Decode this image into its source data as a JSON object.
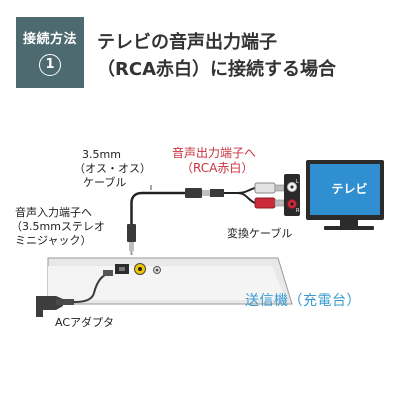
{
  "header": {
    "badge_label": "接続方法",
    "badge_number": "1",
    "title_line1": "テレビの音声出力端子",
    "title_line2": "（RCA赤白）に接続する場合"
  },
  "labels": {
    "cable_35_line1": "3.5mm",
    "cable_35_line2": "（オス・オス）",
    "cable_35_line3": "ケーブル",
    "audio_out_line1": "音声出力端子へ",
    "audio_out_line2": "（RCA赤白）",
    "audio_in_line1": "音声入力端子へ",
    "audio_in_line2": "（3.5mmステレオ",
    "audio_in_line3": "ミニジャック）",
    "conversion_cable": "変換ケーブル",
    "ac_adapter": "ACアダプタ",
    "transmitter": "送信機（充電台）",
    "tv": "テレビ"
  },
  "colors": {
    "badge_bg": "#4d6a70",
    "accent_red": "#c8323e",
    "accent_blue": "#3a9bd0",
    "tv_screen": "#2f8fd0"
  }
}
